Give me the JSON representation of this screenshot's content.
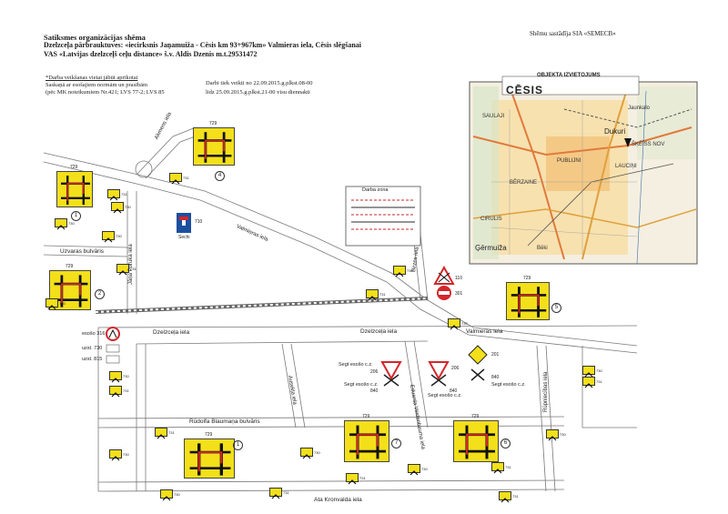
{
  "header": {
    "title": "Satiksmes organizācijas shēma",
    "line2": "Dzelzceļa pārbrauktuves: «iecirksnis Jaņamuiža - Cēsis km 93+967km» Valmieras iela, Cēsis slēgšanai",
    "line3": "VAS «Latvijas dzelzceļš ceļu distance»  š.v. Aldis Dzenis m.t.29531472",
    "prepared_by": "Shēmu sastādīja SIA «SEMECB»"
  },
  "notes": {
    "line1": "*Darba veikšanas vietai jābūt aprīkotai",
    "line2": "Saskaņā ar esošajiem normām un prasībām",
    "line3": "(pēc MK noteikumiem Nr.421; LVS 77-2; LVS 85"
  },
  "work_period": {
    "line1": "Darbi tiek veikti no 22.09.2015.g.plkst.08-00",
    "line2": "līdz 25.09.2015.g.plkst.21-00 visu diennakti"
  },
  "inset_map": {
    "heading": "OBJEKTA IZVIETOJUMS",
    "title": "CĒSIS",
    "districts": [
      "SAULAJI",
      "PUBLIJNI",
      "LAUCIŅI",
      "BĒRZAINE",
      "CIRULIS",
      "Dukuri",
      "Jaunkalo",
      "Ģērmuiža",
      "Bēki",
      "ŠĶĒĪSS NOV"
    ]
  },
  "streets": {
    "akmens": "Akmens iela",
    "uzvaras": "Uzvaras bulvāris",
    "valmieras": "Valmieras iela",
    "valmieras2": "Valmieras iela",
    "lapu": "Jāņa Poruka iela",
    "birzes": "Birzes iela",
    "dzelzcela": "Dzelzceļa iela",
    "dzelzcela2": "Dzelzceļa iela",
    "asadija": "Ausekļa iela",
    "eduarda": "Eduarda Veidenbauma iela",
    "rudolfa": "Rūdolfa Blaumaņa bulvāris",
    "rupniecibas": "Rūpniecības iela",
    "ata": "Ata Kronvalda iela"
  },
  "detours": [
    {
      "id": "1",
      "sign": "729"
    },
    {
      "id": "2",
      "sign": "729"
    },
    {
      "id": "4",
      "sign": "729"
    },
    {
      "id": "5",
      "sign": "729"
    },
    {
      "id": "6",
      "sign": "729"
    },
    {
      "id": "7",
      "sign": "729"
    },
    {
      "id": "1b",
      "sign": "729"
    }
  ],
  "signs": {
    "dead_end_code": "710",
    "dead_end_text": "Sechi",
    "no_entry": "301",
    "give_way_cross": "110",
    "work_sign": "206",
    "priority": "201",
    "sign_840": "840",
    "sign_730": "730",
    "sign_731": "731"
  },
  "legend": {
    "l1": "esošo 316",
    "l2": "uzst. 730",
    "l3": "uzst. 815"
  },
  "annotations": {
    "segt1": "Segt esošo c.z.",
    "segt2": "Segt esošo c.z.",
    "segt3": "Segt esošo c.z.",
    "segt4": "Segt esošo c.z.",
    "darba_zona": "Darba zona"
  },
  "colors": {
    "detour_yellow": "#f3e01a",
    "road_outline": "#7a7a7a",
    "railway": "#666666",
    "map_bg": "#f4efe0",
    "map_orange": "#f3c37a",
    "map_road": "#e07a3c",
    "sign_red": "#d3262a",
    "sign_blue": "#1d4fa0"
  }
}
